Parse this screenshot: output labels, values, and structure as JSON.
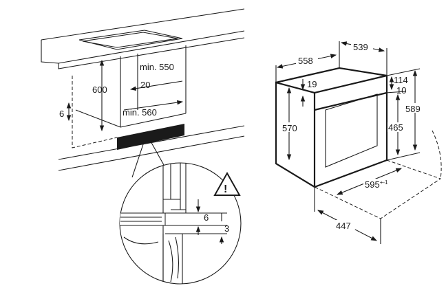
{
  "cabinet": {
    "height": "600",
    "plinth_gap": "6",
    "min_depth": "min. 550",
    "back_gap": "20",
    "min_width": "min. 560"
  },
  "oven": {
    "depth_total": "558",
    "depth_body": "539",
    "top_offset": "19",
    "panel_height": "114",
    "panel_gap": "10",
    "front_height": "589",
    "body_height": "570",
    "door_height": "465",
    "width": "595",
    "width_tolerance": "+-1",
    "door_open_depth": "447"
  },
  "detail": {
    "gap_top": "6",
    "gap_bottom": "3",
    "warning_icon": "warning-triangle"
  }
}
